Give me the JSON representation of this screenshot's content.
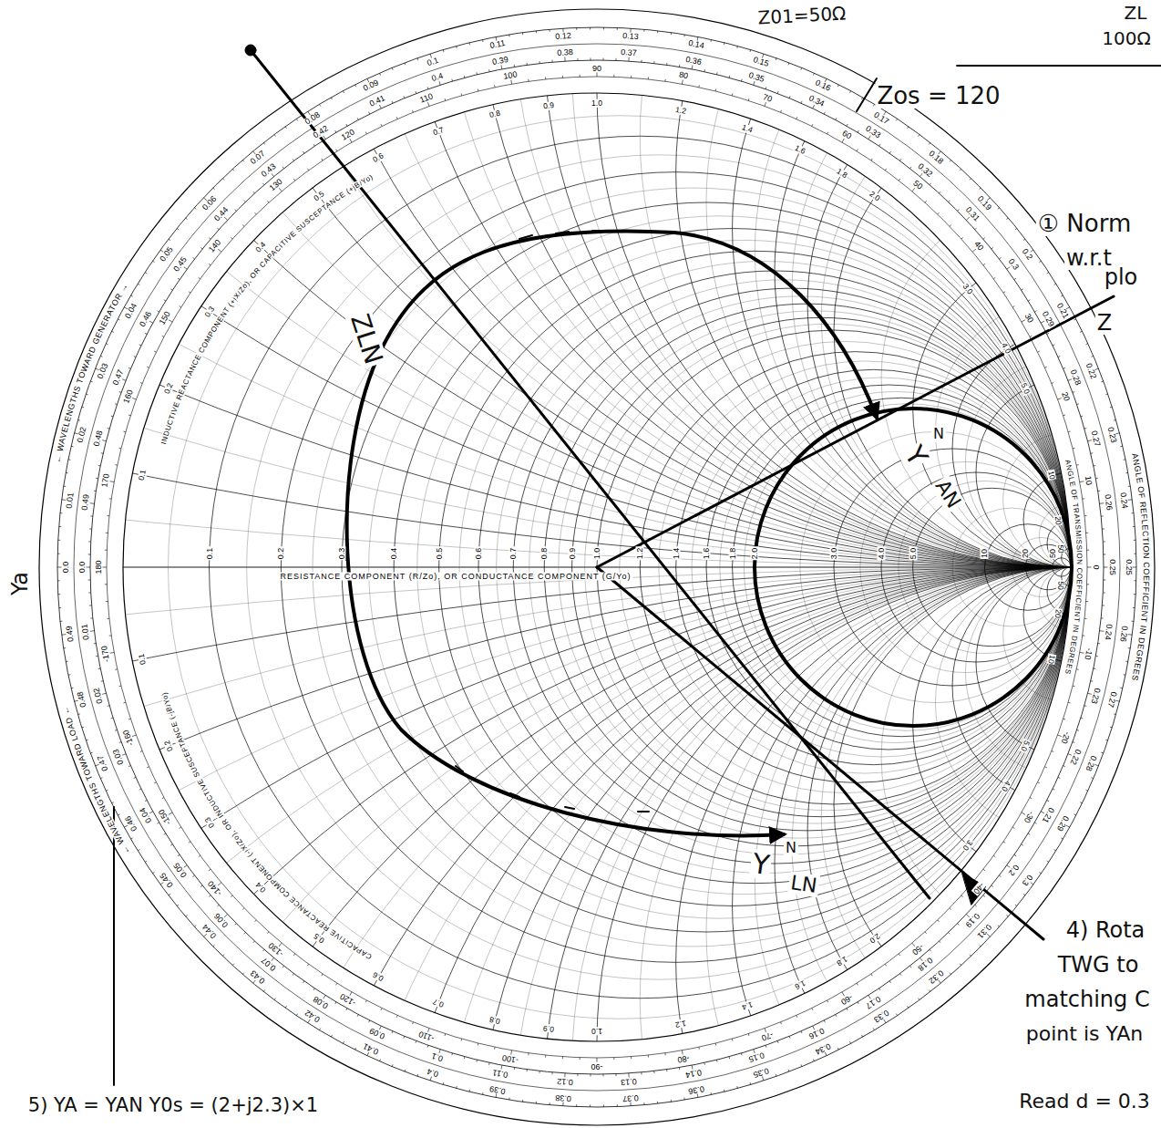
{
  "diagram": {
    "labels": [
      "Z01=50Ω",
      "ZL",
      "100Ω",
      "Zos = 120",
      "① Norm",
      "w.r.t",
      "plo",
      "Z",
      "ZLN",
      "Y",
      "N",
      "AN",
      "Y",
      "N",
      "LN",
      "4) Rota",
      "TWG to",
      "matching C",
      "point is YAn",
      "Read d = 0.3",
      "5) YA = YAN Y0s = (2+j2.3)×1",
      "Ya",
      "RESISTANCE COMPONENT (R/Zo), OR CONDUCTANCE COMPONENT (G/Yo)",
      "INDUCTIVE REACTANCE COMPONENT (+jX/Zo), OR CAPACITIVE SUSCEPTANCE (+jB/Yo)",
      "CAPACITIVE REACTANCE COMPONENT (-jX/Zo), OR INDUCTIVE SUSCEPTANCE (-jB/Yo)",
      "← WAVELENGTHS TOWARD GENERATOR →",
      "← WAVELENGTHS TOWARD LOAD ←",
      "ANGLE OF REFLECTION COEFFICIENT IN DEGREES",
      "ANGLE OF TRANSMISSION COEFFICIENT IN DEGREES",
      "0.1",
      "0.2",
      "0.3",
      "0.4",
      "0.5",
      "0.6",
      "0.7",
      "0.8",
      "0.9",
      "1.0",
      "1.2",
      "1.4",
      "1.6",
      "1.8",
      "2.0",
      "3.0",
      "4.0",
      "5.0",
      "10",
      "20",
      "50",
      "0.1",
      "0.2",
      "0.3",
      "0.4",
      "0.5",
      "0.6",
      "0.7",
      "0.8",
      "0.9",
      "1.0",
      "1.2",
      "1.4",
      "1.6",
      "1.8",
      "2.0",
      "3.0",
      "4.0",
      "5.0",
      "10",
      "20",
      "50",
      "0.1",
      "0.2",
      "0.3",
      "0.4",
      "0.5",
      "0.6",
      "0.7",
      "0.8",
      "0.9",
      "1.0",
      "1.2",
      "1.4",
      "1.6",
      "1.8",
      "2.0",
      "3.0",
      "4.0",
      "5.0",
      "10",
      "20",
      "50",
      "180",
      "170",
      "160",
      "150",
      "140",
      "130",
      "120",
      "110",
      "100",
      "90",
      "80",
      "70",
      "60",
      "50",
      "40",
      "30",
      "20",
      "10",
      "0",
      "-10",
      "-20",
      "-30",
      "-40",
      "-50",
      "-60",
      "-70",
      "-80",
      "-90",
      "-100",
      "-110",
      "-120",
      "-130",
      "-140",
      "-150",
      "-160",
      "-170",
      "0.0",
      "0.01",
      "0.02",
      "0.03",
      "0.04",
      "0.05",
      "0.06",
      "0.07",
      "0.08",
      "0.09",
      "0.1",
      "0.11",
      "0.12",
      "0.13",
      "0.14",
      "0.15",
      "0.16",
      "0.17",
      "0.18",
      "0.19",
      "0.2",
      "0.21",
      "0.22",
      "0.23",
      "0.24",
      "0.25",
      "0.26",
      "0.27",
      "0.28",
      "0.29",
      "0.3",
      "0.31",
      "0.32",
      "0.33",
      "0.34",
      "0.35",
      "0.36",
      "0.37",
      "0.38",
      "0.39",
      "0.4",
      "0.41",
      "0.42",
      "0.43",
      "0.44",
      "0.45",
      "0.46",
      "0.47",
      "0.48",
      "0.49",
      "0.0",
      "0.01",
      "0.02",
      "0.03",
      "0.04",
      "0.05",
      "0.06",
      "0.07",
      "0.08",
      "0.09",
      "0.1",
      "0.11",
      "0.12",
      "0.13",
      "0.14",
      "0.15",
      "0.16",
      "0.17",
      "0.18",
      "0.19",
      "0.2",
      "0.21",
      "0.22",
      "0.23",
      "0.24",
      "0.25",
      "0.26",
      "0.27",
      "0.28",
      "0.29",
      "0.3",
      "0.31",
      "0.32",
      "0.33",
      "0.34",
      "0.35",
      "0.36",
      "0.37",
      "0.38",
      "0.39",
      "0.4",
      "0.41",
      "0.42",
      "0.43",
      "0.44",
      "0.45",
      "0.46",
      "0.47",
      "0.48",
      "0.49"
    ]
  }
}
